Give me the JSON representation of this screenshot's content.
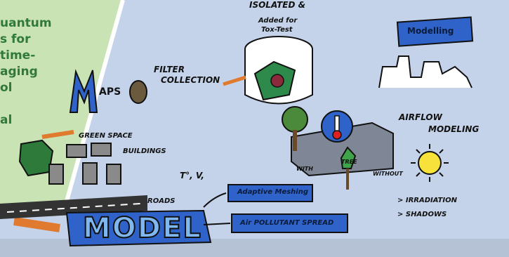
{
  "sidebar": {
    "lines": [
      "uantum",
      "s for",
      "time-",
      "aging",
      "ol",
      "",
      "al"
    ]
  },
  "sketch": {
    "isolated_title": "ISOLATED &",
    "added_for": "Added for",
    "test": "Tox-Test",
    "maps": "APS",
    "filter": "FILTER",
    "collection": "COLLECTION",
    "modelling": "Modelling",
    "airflow": "AIRFLOW",
    "airflow_modeling": "MODELING",
    "green_space": "GREEN SPACE",
    "buildings": "BUILDINGS",
    "t_v": "T°, V,",
    "roads": "ROADS",
    "adaptive_meshing": "Adaptive Meshing",
    "model": "MODEL",
    "air_pollutant": "Air POLLUTANT SPREAD",
    "with": "WITH",
    "tree": "TREE",
    "without": "WITHOUT",
    "irradiation": "> IRRADIATION",
    "shadows": "> SHADOWS"
  },
  "colors": {
    "background": "#c4d3ea",
    "sidebar_bg": "#c9e3b4",
    "sidebar_text": "#2f7a3a",
    "accent_blue": "#2f63c9",
    "arrow_orange": "#e07a2e"
  }
}
